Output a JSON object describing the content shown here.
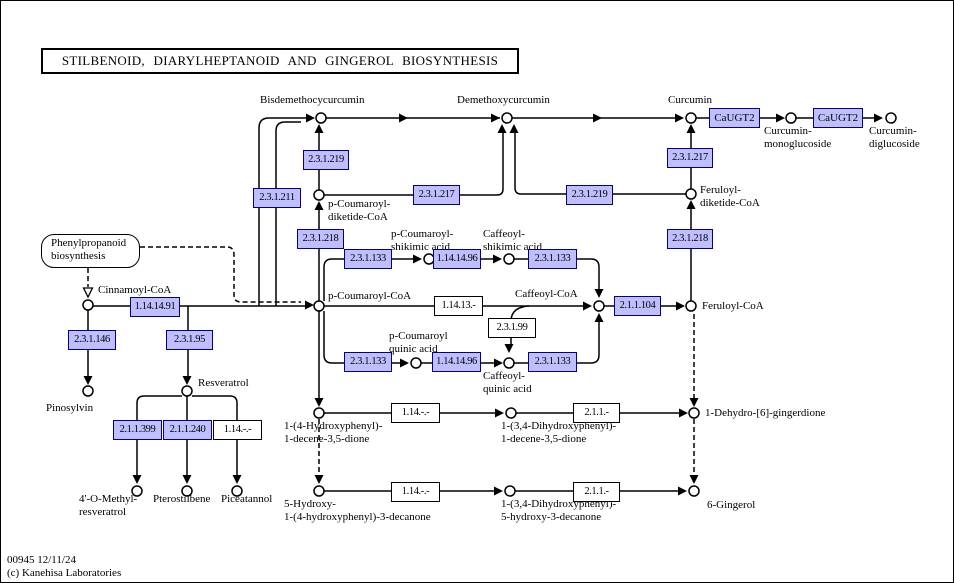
{
  "header": {
    "title": "STILBENOID, DIARYLHEPTANOID AND GINGEROL BIOSYNTHESIS"
  },
  "footer": {
    "map_id": "00945 12/11/24",
    "copyright": "(c) Kanehisa Laboratories"
  },
  "colors": {
    "enzyme_fill": "#bfbfff",
    "enzyme_border": "#000080",
    "line": "#000000",
    "background": "#ffffff"
  },
  "link_box": {
    "label": "Phenylpropanoid\nbiosynthesis"
  },
  "compound_labels": [
    {
      "label": "Bisdemethocycurcumin"
    },
    {
      "label": "Demethoxycurcumin"
    },
    {
      "label": "Curcumin"
    },
    {
      "label": "Curcumin-\nmonoglucoside"
    },
    {
      "label": "Curcumin-\ndiglucoside"
    },
    {
      "label": "p-Coumaroyl-\ndiketide-CoA"
    },
    {
      "label": "Feruloyl-\ndiketide-CoA"
    },
    {
      "label": "p-Coumaroyl-\nshikimic acid"
    },
    {
      "label": "Caffeoyl-\nshikimic acid"
    },
    {
      "label": "Cinnamoyl-CoA"
    },
    {
      "label": "p-Coumaroyl-CoA"
    },
    {
      "label": "Caffeoyl-CoA"
    },
    {
      "label": "Feruloyl-CoA"
    },
    {
      "label": "p-Coumaroyl\nquinic acid"
    },
    {
      "label": "Caffeoyl-\nquinic acid"
    },
    {
      "label": "Resveratrol"
    },
    {
      "label": "Pinosylvin"
    },
    {
      "label": "4'-O-Methyl-\nresveratrol"
    },
    {
      "label": "Pterostilbene"
    },
    {
      "label": "Piceatannol"
    },
    {
      "label": "1-(4-Hydroxyphenyl)-\n1-decene-3,5-dione"
    },
    {
      "label": "1-(3,4-Dihydroxyphenyl)-\n1-decene-3,5-dione"
    },
    {
      "label": "1-Dehydro-[6]-gingerdione"
    },
    {
      "label": "5-Hydroxy-\n1-(4-hydroxyphenyl)-3-decanone"
    },
    {
      "label": "1-(3,4-Dihydroxyphenyl)-\n5-hydroxy-3-decanone"
    },
    {
      "label": "6-Gingerol"
    }
  ],
  "enzyme_boxes": [
    {
      "label": "2.3.1.219"
    },
    {
      "label": "2.3.1.211"
    },
    {
      "label": "2.3.1.217"
    },
    {
      "label": "2.3.1.219"
    },
    {
      "label": "2.3.1.217"
    },
    {
      "label": "2.3.1.218"
    },
    {
      "label": "2.3.1.218"
    },
    {
      "label": "2.3.1.133"
    },
    {
      "label": "1.14.14.96"
    },
    {
      "label": "2.3.1.133"
    },
    {
      "label": "1.14.14.91"
    },
    {
      "label": "2.1.1.104"
    },
    {
      "label": "2.3.1.146"
    },
    {
      "label": "2.3.1.95"
    },
    {
      "label": "2.3.1.133"
    },
    {
      "label": "1.14.14.96"
    },
    {
      "label": "2.3.1.133"
    },
    {
      "label": "2.1.1.399"
    },
    {
      "label": "2.1.1.240"
    },
    {
      "label": "CaUGT2"
    },
    {
      "label": "CaUGT2"
    }
  ],
  "reaction_boxes": [
    {
      "label": "1.14.13.-"
    },
    {
      "label": "2.3.1.99"
    },
    {
      "label": "1.14.-.-"
    },
    {
      "label": "1.14.-.-"
    },
    {
      "label": "2.1.1.-"
    },
    {
      "label": "1.14.-.-"
    },
    {
      "label": "2.1.1.-"
    }
  ]
}
